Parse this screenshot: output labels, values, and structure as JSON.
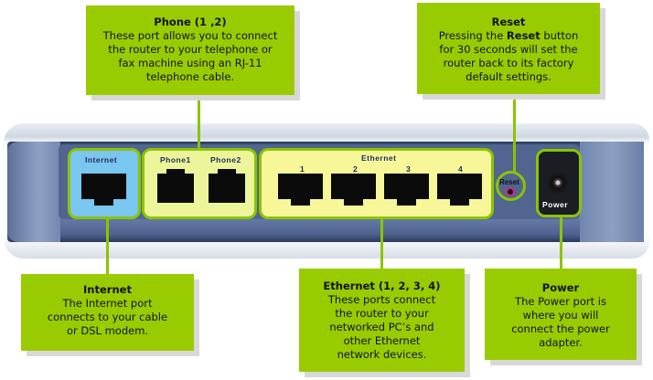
{
  "callouts": {
    "phone": {
      "title": "Phone (1 ,2)",
      "body": "These port allows you to connect\nthe router to your telephone or\nfax machine using an RJ-11\ntelephone cable."
    },
    "reset": {
      "title": "Reset",
      "body_pre": "Pressing the ",
      "body_bold": "Reset",
      "body_post": " button\nfor 30 seconds will set the\nrouter back to its factory\ndefault settings."
    },
    "internet": {
      "title": "Internet",
      "body": "The Internet port\nconnects to your cable\nor DSL modem."
    },
    "ethernet": {
      "title": "Ethernet (1, 2, 3, 4)",
      "body": "These ports connect\nthe router to your\nnetworked PC’s and\nother Ethernet\nnetwork devices."
    },
    "power": {
      "title": "Power",
      "body": "The Power port is\nwhere you will\nconnect the power\nadapter."
    }
  },
  "router": {
    "internet_label": "Internet",
    "phone_labels": [
      "Phone1",
      "Phone2"
    ],
    "ethernet_label": "Ethernet",
    "ethernet_ports": [
      "1",
      "2",
      "3",
      "4"
    ],
    "reset_label": "Reset",
    "power_label": "Power"
  },
  "colors": {
    "callout_bg": "#99cc00",
    "leader": "#8cc400",
    "internet_group": "#79c6f0",
    "phone_group": "#ecf59a",
    "ethernet_group": "#f7f79a",
    "reset_ring": "#e0247a"
  }
}
